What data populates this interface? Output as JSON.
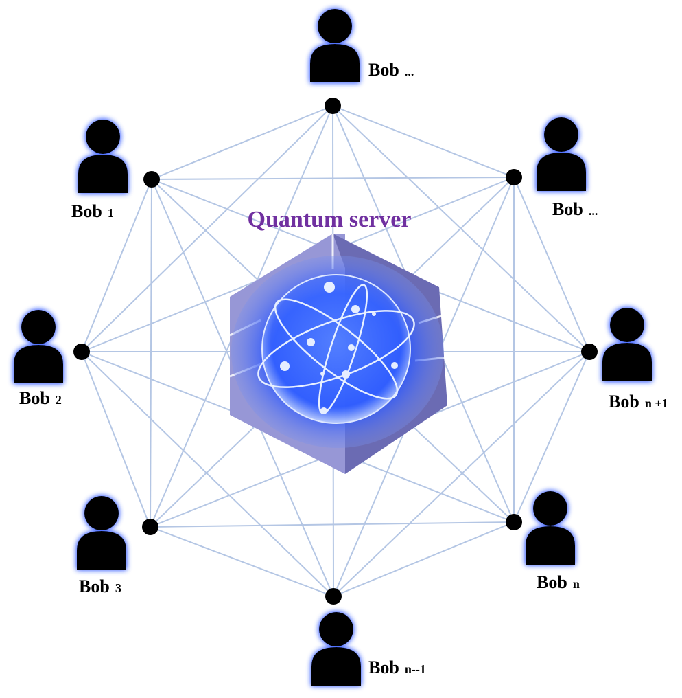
{
  "server": {
    "title": "Quantum server",
    "title_color": "#7030a0"
  },
  "colors": {
    "link": "#b4c6e4",
    "node": "#000000",
    "glow": "#4a6cff",
    "hex_light": "#9a9ad8",
    "hex_dark": "#6a6ab0",
    "core": "#1e50ff"
  },
  "users": [
    {
      "id": "top",
      "name": "Bob",
      "sub": "..."
    },
    {
      "id": "upper-right",
      "name": "Bob",
      "sub": "..."
    },
    {
      "id": "right",
      "name": "Bob",
      "sub": "n +1"
    },
    {
      "id": "lower-right",
      "name": "Bob",
      "sub": "n"
    },
    {
      "id": "bottom",
      "name": "Bob",
      "sub": "n--1"
    },
    {
      "id": "lower-left",
      "name": "Bob",
      "sub": "3"
    },
    {
      "id": "left",
      "name": "Bob",
      "sub": "2"
    },
    {
      "id": "upper-left",
      "name": "Bob",
      "sub": "1"
    }
  ]
}
